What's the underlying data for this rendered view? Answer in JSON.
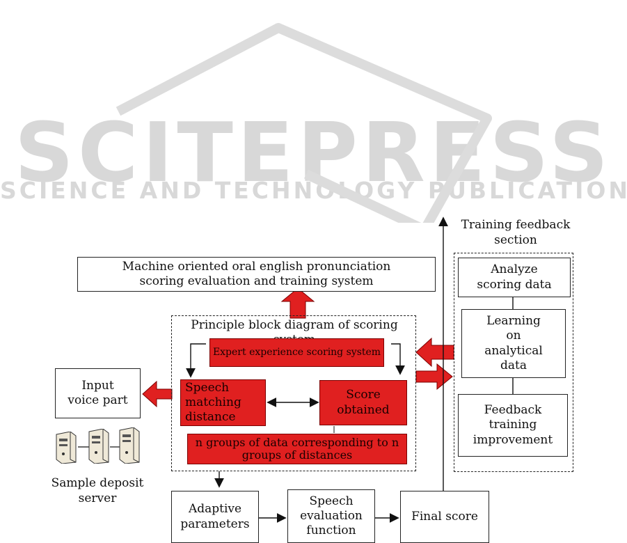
{
  "watermark": {
    "main": "SCITEPRESS",
    "sub": "SCIENCE AND TECHNOLOGY PUBLICATIONS"
  },
  "nodes": {
    "top_system": "Machine oriented oral english pronunciation scoring evaluation and training system",
    "principle_title": "Principle block diagram of scoring system",
    "expert": "Expert experience scoring system",
    "speech_matching": "Speech matching distance",
    "score_obtained": "Score obtained",
    "n_groups": "n groups of data corresponding to n groups of distances",
    "input_voice": "Input voice part",
    "sample_server": "Sample deposit server",
    "adaptive": "Adaptive parameters",
    "speech_eval": "Speech evaluation function",
    "final_score": "Final score",
    "training_title": "Training feedback section",
    "analyze": "Analyze scoring data",
    "learning": "Learning on analytical data",
    "feedback": "Feedback training improvement"
  },
  "colors": {
    "red_block": "#e02020",
    "red_arrow": "#e02020",
    "line": "#111111",
    "watermark": "#d8d8d8"
  },
  "icons": [
    "server-icon",
    "server-icon",
    "server-icon"
  ]
}
